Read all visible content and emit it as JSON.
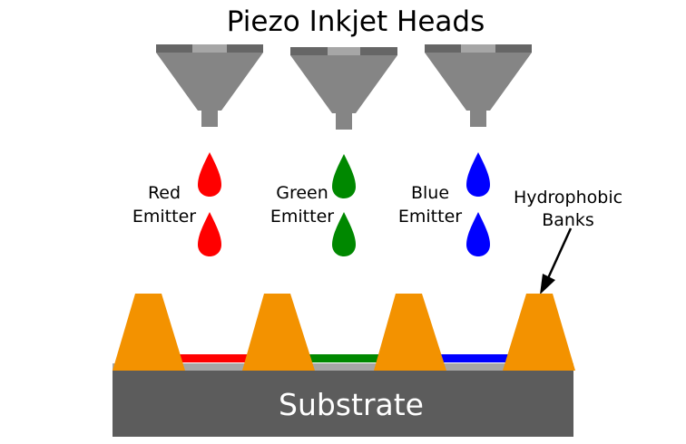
{
  "title": "Piezo Inkjet Heads",
  "emitters": [
    {
      "line1": "Red",
      "line2": "Emitter",
      "color": "#ff0000"
    },
    {
      "line1": "Green",
      "line2": "Emitter",
      "color": "#008800"
    },
    {
      "line1": "Blue",
      "line2": "Emitter",
      "color": "#0000ff"
    }
  ],
  "banks_label": {
    "line1": "Hydrophobic",
    "line2": "Banks"
  },
  "substrate_label": "Substrate",
  "colors": {
    "head_body": "#858585",
    "head_cap": "#666666",
    "head_cap_highlight": "#a6a6a6",
    "bank": "#f39200",
    "substrate": "#5c5c5c",
    "substrate_top": "#a6a6a6",
    "arrow": "#000000"
  }
}
